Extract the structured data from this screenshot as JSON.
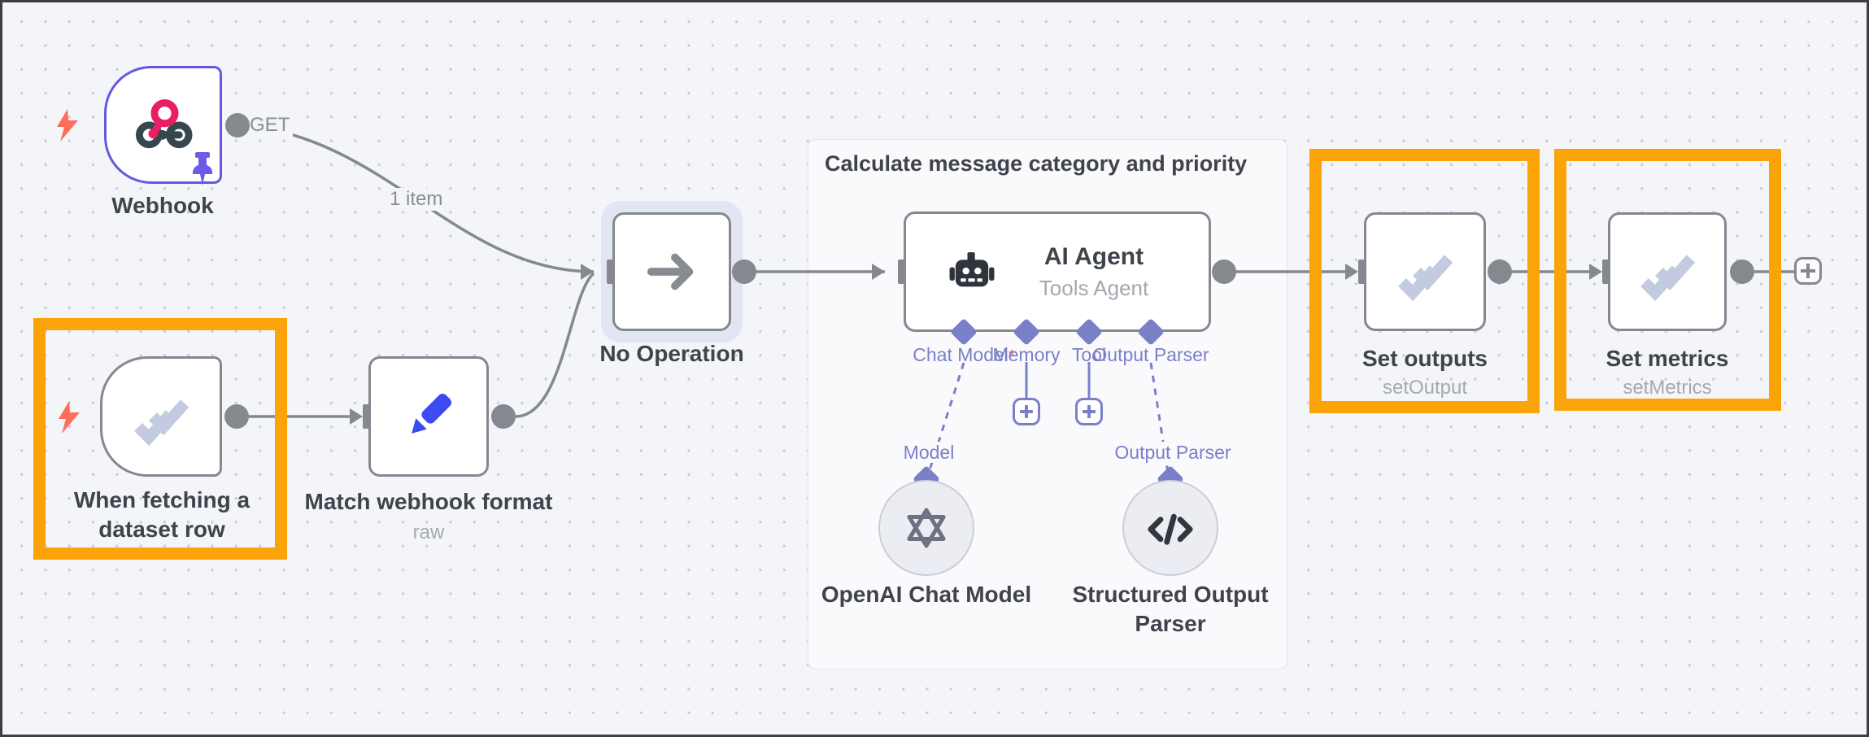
{
  "group": {
    "title": "Calculate message category and priority"
  },
  "connections": {
    "item_count_label": "1 item"
  },
  "nodes": [
    {
      "id": "webhook",
      "label": "Webhook",
      "output_label": "GET"
    },
    {
      "id": "when-fetching-dataset-row",
      "label": "When fetching a dataset row"
    },
    {
      "id": "match-webhook-format",
      "label": "Match webhook format",
      "subtitle": "raw"
    },
    {
      "id": "no-operation",
      "label": "No Operation"
    },
    {
      "id": "ai-agent",
      "label": "AI Agent",
      "subtitle": "Tools Agent",
      "ports": [
        "Chat Model",
        "Memory",
        "Tool",
        "Output Parser"
      ],
      "required_marker": "*"
    },
    {
      "id": "openai-chat-model",
      "label": "OpenAI Chat Model",
      "port_label": "Model"
    },
    {
      "id": "structured-output-parser",
      "label": "Structured Output Parser",
      "port_label": "Output Parser"
    },
    {
      "id": "set-outputs",
      "label": "Set outputs",
      "subtitle": "setOutput"
    },
    {
      "id": "set-metrics",
      "label": "Set metrics",
      "subtitle": "setMetrics"
    }
  ],
  "colors": {
    "highlight_orange": "#FAA40A",
    "webhook_border_purple": "#6457E6",
    "node_border_gray": "#85888F",
    "connection_gray": "#85888F",
    "port_purple": "#7A80C7",
    "check_icon": "#C3CBE0",
    "pencil_blue": "#3B4BF0",
    "lightning_red": "#FF6D5A",
    "pin_purple": "#6D5BE8",
    "webhook_icon_pink": "#E91E63",
    "webhook_icon_dark": "#37474F",
    "canvas_background": "#F4F5F9"
  }
}
